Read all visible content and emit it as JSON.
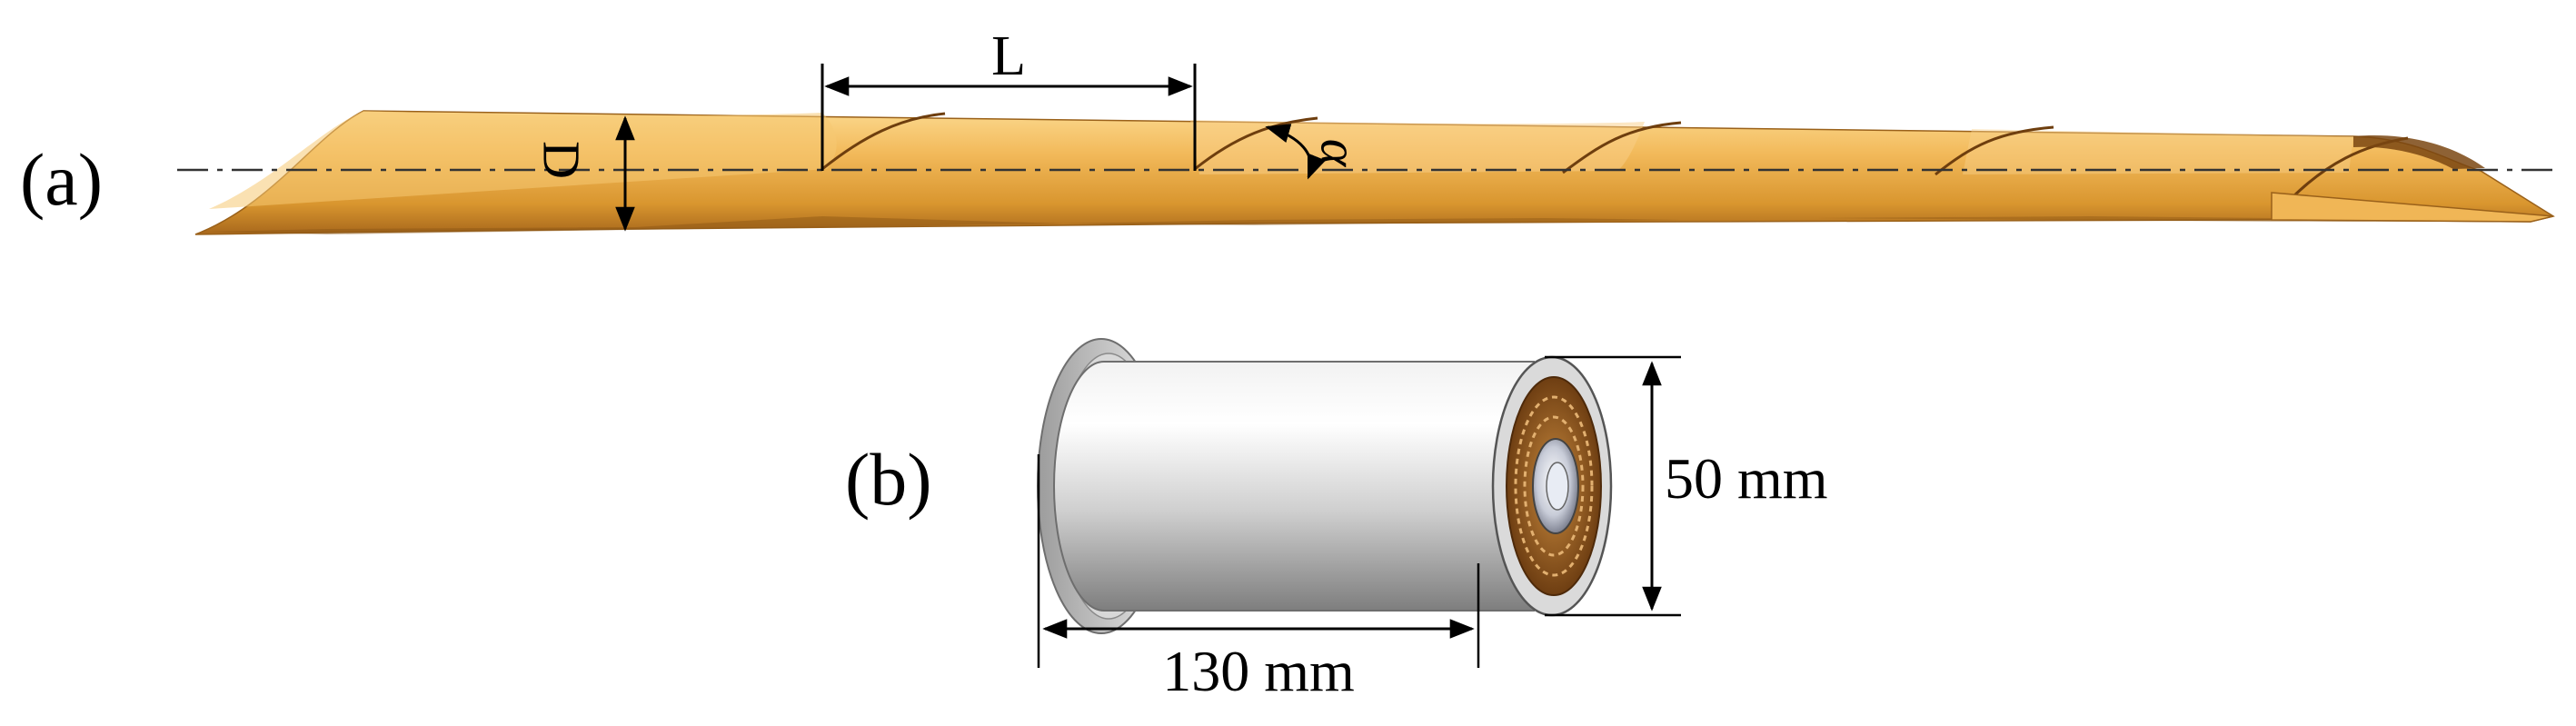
{
  "panel_a": {
    "label": "(a)",
    "dim_length": "L",
    "dim_diameter": "D",
    "dim_angle": "α"
  },
  "panel_b": {
    "label": "(b)",
    "dim_diameter": "50 mm",
    "dim_length": "130 mm"
  },
  "colors": {
    "tape_light": "#F7C56A",
    "tape_mid": "#E0A03A",
    "tape_dark": "#A86A1C",
    "metal_light": "#FAFAFA",
    "metal_dark": "#8E8E8E",
    "core_brown": "#9A5A1E",
    "centerline": "#333333"
  }
}
